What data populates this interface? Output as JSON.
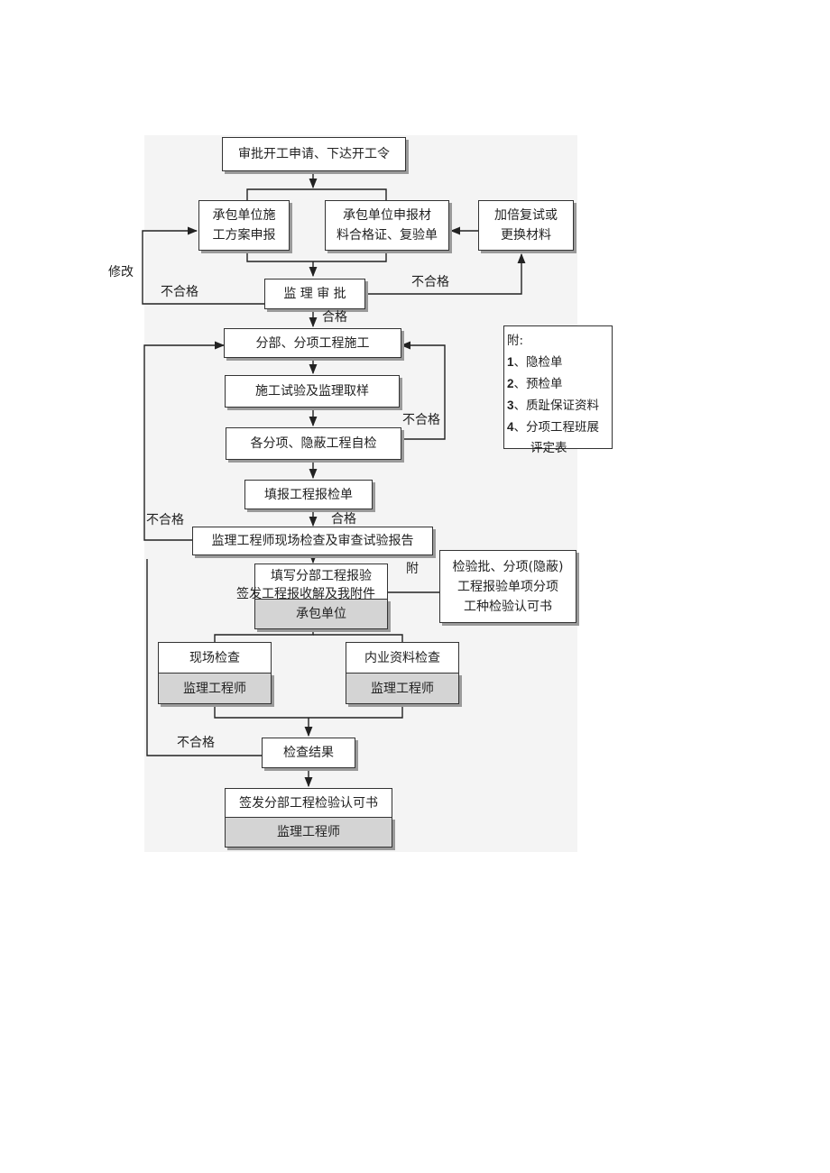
{
  "boxes": {
    "approve_start": "审批开工申请、下达开工令",
    "contractor_plan": "承包单位施\n工方案申报",
    "contractor_material": "承包单位申报材\n料合格证、复验单",
    "retest_material": "加倍复试或\n更换材料",
    "supervision_review": "监 理 审 批",
    "construction": "分部、分项工程施工",
    "test_sampling": "施工试验及监理取样",
    "self_check": "各分项、隐蔽工程自检",
    "fill_inspection": "填报工程报检单",
    "engineer_check": "监理工程师现场检查及审查试验报告",
    "fill_division": "填写分部工程报验",
    "contractor_unit": "承包单位",
    "site_check": "现场检查",
    "site_engineer": "监理工程师",
    "docs_check": "内业资料检查",
    "docs_engineer": "监理工程师",
    "inspection_result": "检查结果",
    "issue_permit": "签发分部工程检验认可书",
    "final_engineer": "监理工程师",
    "attachment_docs": "检验批、分项(隐蔽)\n工程报验单项分项\n工种检验认可书"
  },
  "labels": {
    "modify": "修改",
    "fail_1": "不合格",
    "fail_2": "不合格",
    "pass_1": "合格",
    "fail_3": "不合格",
    "fail_4": "不合格",
    "pass_2": "合格",
    "attach": "附",
    "fail_5": "不合格",
    "overlay_text": "签发工程报收解及我附件"
  },
  "appendix": {
    "title": "附:",
    "items": [
      {
        "num": "1",
        "text": "、隐检单"
      },
      {
        "num": "2",
        "text": "、预检单"
      },
      {
        "num": "3",
        "text": "、质趾保证资料"
      },
      {
        "num": "4",
        "text": "、分项工程班展"
      }
    ],
    "continuation": "评定表"
  }
}
